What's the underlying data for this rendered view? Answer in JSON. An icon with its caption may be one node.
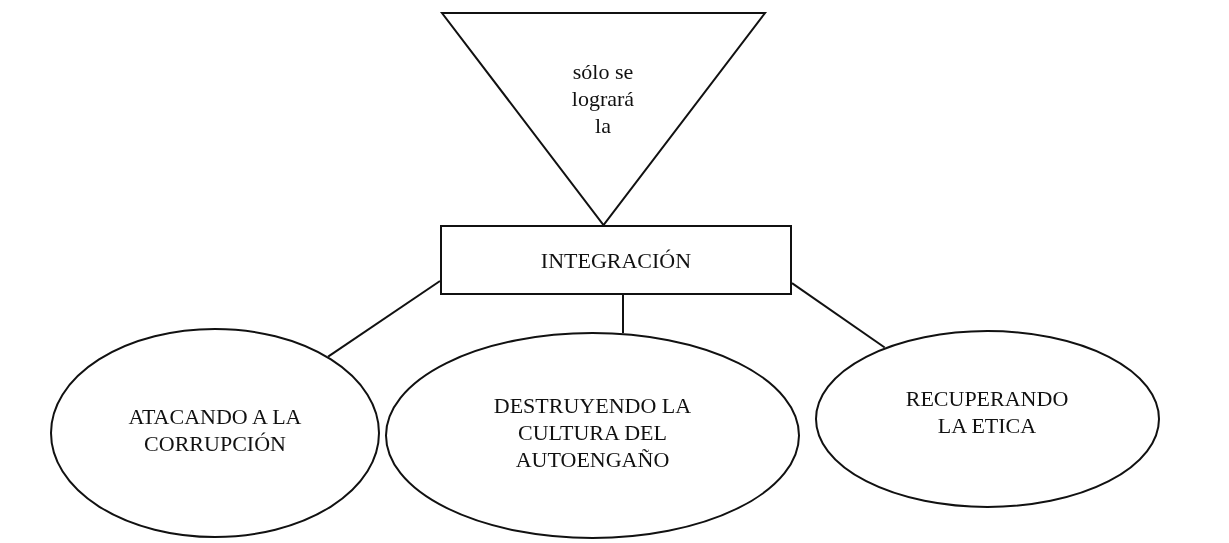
{
  "diagram": {
    "nodes": [
      {
        "text": [
          "sólo se logrará la"
        ]
      },
      {
        "text": [
          "INTEGRACIÓN"
        ]
      },
      {
        "text": [
          "ATACANDO A LA CORRUPCIÓN"
        ]
      },
      {
        "text": [
          "DESTRUYENDO LA CULTURA DEL AUTOENGAÑO"
        ]
      },
      {
        "text": [
          "RECUPERANDO LA ETICA"
        ]
      }
    ],
    "edges": [
      {
        "from": 1,
        "to": 2,
        "arrow": "none"
      },
      {
        "from": 1,
        "to": 3,
        "arrow": "none"
      },
      {
        "from": 1,
        "to": 4,
        "arrow": "none"
      }
    ]
  }
}
